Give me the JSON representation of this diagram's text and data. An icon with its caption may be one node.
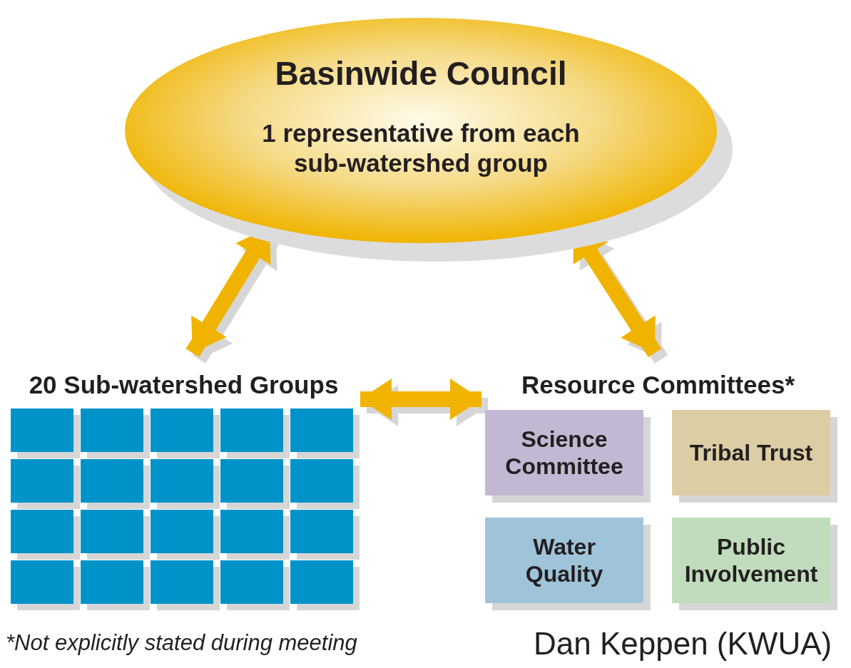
{
  "diagram": {
    "nodes": [
      {
        "text": [
          "Basinwide Council",
          "1 representative from each sub-watershed group"
        ]
      },
      {
        "text": [
          "20 Sub-watershed Groups"
        ]
      },
      {
        "text": [],
        "shape": "box",
        "in": 1
      },
      {
        "text": [],
        "shape": "box",
        "in": 1
      },
      {
        "text": [],
        "shape": "box",
        "in": 1
      },
      {
        "text": [],
        "shape": "box",
        "in": 1
      },
      {
        "text": [],
        "shape": "box",
        "in": 1
      },
      {
        "text": [],
        "shape": "box",
        "in": 1
      },
      {
        "text": [],
        "shape": "box",
        "in": 1
      },
      {
        "text": [],
        "shape": "box",
        "in": 1
      },
      {
        "text": [],
        "shape": "box",
        "in": 1
      },
      {
        "text": [],
        "shape": "box",
        "in": 1
      },
      {
        "text": [],
        "shape": "box",
        "in": 1
      },
      {
        "text": [],
        "shape": "box",
        "in": 1
      },
      {
        "text": [],
        "shape": "box",
        "in": 1
      },
      {
        "text": [],
        "shape": "box",
        "in": 1
      },
      {
        "text": [],
        "shape": "box",
        "in": 1
      },
      {
        "text": [],
        "shape": "box",
        "in": 1
      },
      {
        "text": [],
        "shape": "box",
        "in": 1
      },
      {
        "text": [],
        "shape": "box",
        "in": 1
      },
      {
        "text": [],
        "shape": "box",
        "in": 1
      },
      {
        "text": [],
        "shape": "box",
        "in": 1
      },
      {
        "text": [
          "Resource Committees*"
        ]
      },
      {
        "text": [
          "Science Committee"
        ],
        "in": 22
      },
      {
        "text": [
          "Tribal Trust"
        ],
        "in": 22
      },
      {
        "text": [
          "Water Quality"
        ],
        "in": 22
      },
      {
        "text": [
          "Public Involvement"
        ],
        "in": 22
      }
    ],
    "edges": [
      {
        "from": 0,
        "to": 1,
        "arrow": "both"
      },
      {
        "from": 1,
        "to": 22,
        "arrow": "both"
      },
      {
        "from": 0,
        "to": 22,
        "arrow": "both"
      }
    ],
    "labels": [
      "*Not explicitly stated during meeting",
      "Dan Keppen (KWUA)"
    ]
  }
}
